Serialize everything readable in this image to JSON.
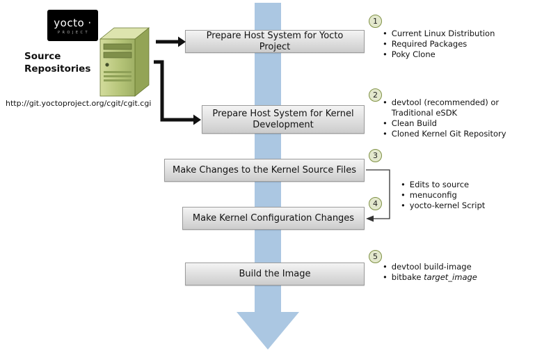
{
  "logo": {
    "title": "yocto ·",
    "subtitle": "PROJECT"
  },
  "source": {
    "line1": "Source",
    "line2": "Repositories",
    "url": "http://git.yoctoproject.org/cgit/cgit.cgi"
  },
  "steps": [
    {
      "num": "1",
      "label": "Prepare Host System for Yocto Project",
      "bullets": [
        "Current Linux Distribution",
        "Required Packages",
        "Poky Clone"
      ]
    },
    {
      "num": "2",
      "label": "Prepare Host System for Kernel Development",
      "bullets": [
        "devtool (recommended) or Traditional eSDK",
        "Clean Build",
        "Cloned Kernel Git Repository"
      ]
    },
    {
      "num": "3",
      "label": "Make Changes to the Kernel Source Files"
    },
    {
      "num": "4",
      "label": "Make Kernel Configuration Changes"
    },
    {
      "num": "5",
      "label": "Build the Image"
    }
  ],
  "shared_bullets_34": [
    "Edits to source",
    "menuconfig",
    "yocto-kernel Script"
  ],
  "step5_bullets": {
    "first": "devtool build-image",
    "second_prefix": "bitbake",
    "second_italic": "target_image"
  },
  "colors": {
    "flow_arrow_blue": "#abc7e2",
    "box_gradient_top": "#f4f4f4",
    "box_gradient_bottom": "#cccccc",
    "badge_fill": "#e3e8cd",
    "badge_border": "#7f9144",
    "server_green": "#b4c377",
    "connector_black": "#111111"
  }
}
